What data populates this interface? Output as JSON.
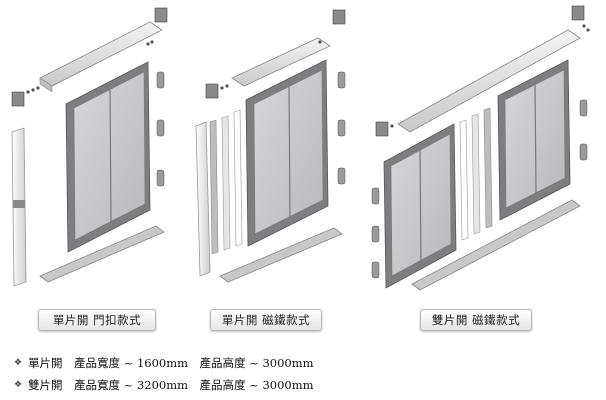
{
  "labels": {
    "single_latch": "單片開 門扣款式",
    "single_magnet": "單片開 磁鐵款式",
    "double_magnet": "雙片開 磁鐵款式"
  },
  "specs": [
    {
      "bullet": "❖",
      "text": "單片開　產品寬度 ~ 1600mm　產品高度 ~ 3000mm"
    },
    {
      "bullet": "❖",
      "text": "雙片開　產品寬度 ~ 3200mm　產品高度 ~ 3000mm"
    }
  ]
}
